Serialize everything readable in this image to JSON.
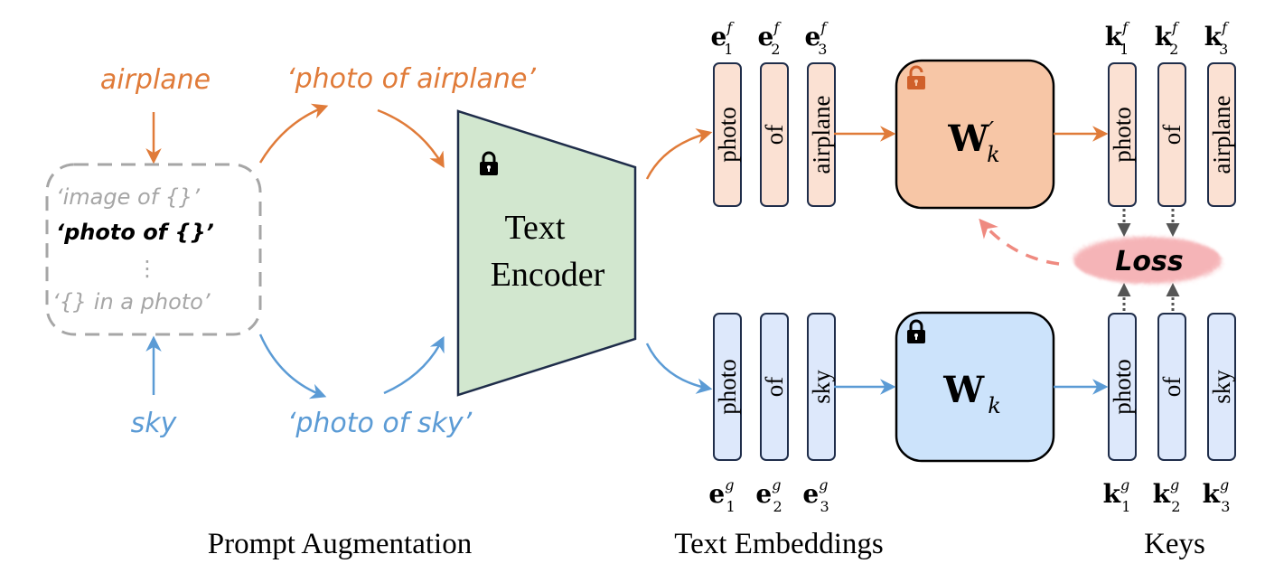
{
  "colors": {
    "orange": "#e07b39",
    "blue": "#5b9bd5",
    "gray": "#a6a6a6",
    "encoder_fill": "#d2e7cf",
    "encoder_stroke": "#1f2d4a",
    "orange_token_fill": "#fbe1d3",
    "blue_token_fill": "#dde8fb",
    "orange_w_fill": "#f7c6a6",
    "blue_w_fill": "#cce3fb",
    "loss_fill": "#f4a7ab",
    "loss_arrow": "#ef8a80",
    "dark_arrow": "#555555",
    "unlock_icon": "#d0602a"
  },
  "prompt_augmentation": {
    "source_top": "airplane",
    "source_bottom": "sky",
    "templates": [
      "‘image of {}’",
      "‘photo of {}’",
      "⋮",
      "‘{} in a photo’"
    ],
    "selected_template_index": 1,
    "prompt_top": "‘photo of airplane’",
    "prompt_bottom": "‘photo of sky’"
  },
  "encoder": {
    "label_line1": "Text",
    "label_line2": "Encoder",
    "icon": "lock-icon"
  },
  "embeddings_top": {
    "labels": [
      {
        "base": "e",
        "sub": "1",
        "sup": "f"
      },
      {
        "base": "e",
        "sub": "2",
        "sup": "f"
      },
      {
        "base": "e",
        "sub": "3",
        "sup": "f"
      }
    ],
    "tokens": [
      "photo",
      "of",
      "airplane"
    ]
  },
  "embeddings_bottom": {
    "labels": [
      {
        "base": "e",
        "sub": "1",
        "sup": "g"
      },
      {
        "base": "e",
        "sub": "2",
        "sup": "g"
      },
      {
        "base": "e",
        "sub": "3",
        "sup": "g"
      }
    ],
    "tokens": [
      "photo",
      "of",
      "sky"
    ]
  },
  "projection_top": {
    "base": "W",
    "prime": "′",
    "sub": "k",
    "icon": "unlock-icon"
  },
  "projection_bottom": {
    "base": "W",
    "prime": "",
    "sub": "k",
    "icon": "lock-icon"
  },
  "keys_top": {
    "labels": [
      {
        "base": "k",
        "sub": "1",
        "sup": "f"
      },
      {
        "base": "k",
        "sub": "2",
        "sup": "f"
      },
      {
        "base": "k",
        "sub": "3",
        "sup": "f"
      }
    ],
    "tokens": [
      "photo",
      "of",
      "airplane"
    ]
  },
  "keys_bottom": {
    "labels": [
      {
        "base": "k",
        "sub": "1",
        "sup": "g"
      },
      {
        "base": "k",
        "sub": "2",
        "sup": "g"
      },
      {
        "base": "k",
        "sub": "3",
        "sup": "g"
      }
    ],
    "tokens": [
      "photo",
      "of",
      "sky"
    ]
  },
  "loss": {
    "label": "Loss"
  },
  "section_titles": {
    "prompt": "Prompt Augmentation",
    "embeddings": "Text Embeddings",
    "keys": "Keys"
  }
}
